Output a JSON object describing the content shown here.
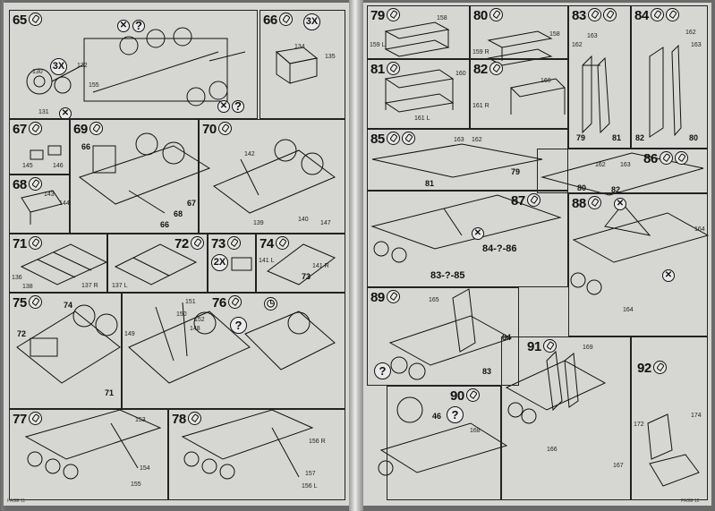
{
  "left_page": {
    "header": "",
    "footer": "PAGE 11",
    "panels": [
      {
        "id": "p65",
        "step": "65",
        "symbols": [
          "3X"
        ],
        "labels": [
          "130",
          "132",
          "131",
          "155"
        ],
        "glue": true
      },
      {
        "id": "p66",
        "step": "66",
        "symbols": [
          "3X"
        ],
        "labels": [
          "134",
          "135"
        ],
        "glue": true
      },
      {
        "id": "p67",
        "step": "67",
        "labels": [
          "145",
          "146"
        ],
        "glue": true
      },
      {
        "id": "p68",
        "step": "68",
        "labels": [
          "143",
          "144"
        ],
        "glue": true
      },
      {
        "id": "p69",
        "step": "69",
        "labels": [
          "66",
          "67",
          "68",
          "66"
        ],
        "glue": true
      },
      {
        "id": "p70",
        "step": "70",
        "labels": [
          "142",
          "139",
          "140",
          "147"
        ],
        "glue": true
      },
      {
        "id": "p71",
        "step": "71",
        "labels": [
          "136",
          "138",
          "137 R"
        ],
        "glue": true
      },
      {
        "id": "p72",
        "step": "72",
        "labels": [
          "137 L"
        ],
        "glue": true
      },
      {
        "id": "p73",
        "step": "73",
        "symbols": [
          "2X"
        ],
        "labels": [],
        "glue": true
      },
      {
        "id": "p74",
        "step": "74",
        "labels": [
          "141 L",
          "141 R",
          "73"
        ],
        "glue": true
      },
      {
        "id": "p75",
        "step": "75",
        "labels": [
          "74",
          "72",
          "71"
        ],
        "glue": true
      },
      {
        "id": "p76",
        "step": "76",
        "labels": [
          "151",
          "150",
          "149",
          "152",
          "148"
        ],
        "glue": true
      },
      {
        "id": "p77",
        "step": "77",
        "labels": [
          "153",
          "154",
          "155"
        ],
        "glue": true
      },
      {
        "id": "p78",
        "step": "78",
        "labels": [
          "156 R",
          "157",
          "156 L"
        ],
        "glue": true
      }
    ]
  },
  "right_page": {
    "header": "",
    "footer": "PAGE 12",
    "panels": [
      {
        "id": "p79",
        "step": "79",
        "labels": [
          "158",
          "159 L"
        ],
        "glue": true
      },
      {
        "id": "p80",
        "step": "80",
        "labels": [
          "158",
          "159 R"
        ],
        "glue": true
      },
      {
        "id": "p81",
        "step": "81",
        "labels": [
          "160",
          "161 L"
        ],
        "glue": true
      },
      {
        "id": "p82",
        "step": "82",
        "labels": [
          "160",
          "161 R"
        ],
        "glue": true
      },
      {
        "id": "p83",
        "step": "83",
        "labels": [
          "162",
          "163",
          "79",
          "81"
        ],
        "glue": true
      },
      {
        "id": "p84",
        "step": "84",
        "labels": [
          "162",
          "163",
          "82",
          "80"
        ],
        "glue": true
      },
      {
        "id": "p85",
        "step": "85",
        "labels": [
          "163",
          "162",
          "81",
          "79"
        ],
        "glue": true
      },
      {
        "id": "p86",
        "step": "86",
        "labels": [
          "162",
          "163",
          "80",
          "82"
        ],
        "glue": true
      },
      {
        "id": "p87",
        "step": "87",
        "codes": [
          "84-?-86",
          "83-?-85"
        ],
        "glue": true
      },
      {
        "id": "p88",
        "step": "88",
        "labels": [
          "164",
          "164"
        ],
        "glue": true
      },
      {
        "id": "p89",
        "step": "89",
        "labels": [
          "165",
          "84",
          "83"
        ],
        "glue": true
      },
      {
        "id": "p90",
        "step": "90",
        "labels": [
          "46",
          "168"
        ],
        "glue": true
      },
      {
        "id": "p91",
        "step": "91",
        "labels": [
          "169",
          "166",
          "167"
        ],
        "glue": true
      },
      {
        "id": "p92",
        "step": "92",
        "labels": [
          "172",
          "174"
        ],
        "glue": true
      }
    ]
  }
}
